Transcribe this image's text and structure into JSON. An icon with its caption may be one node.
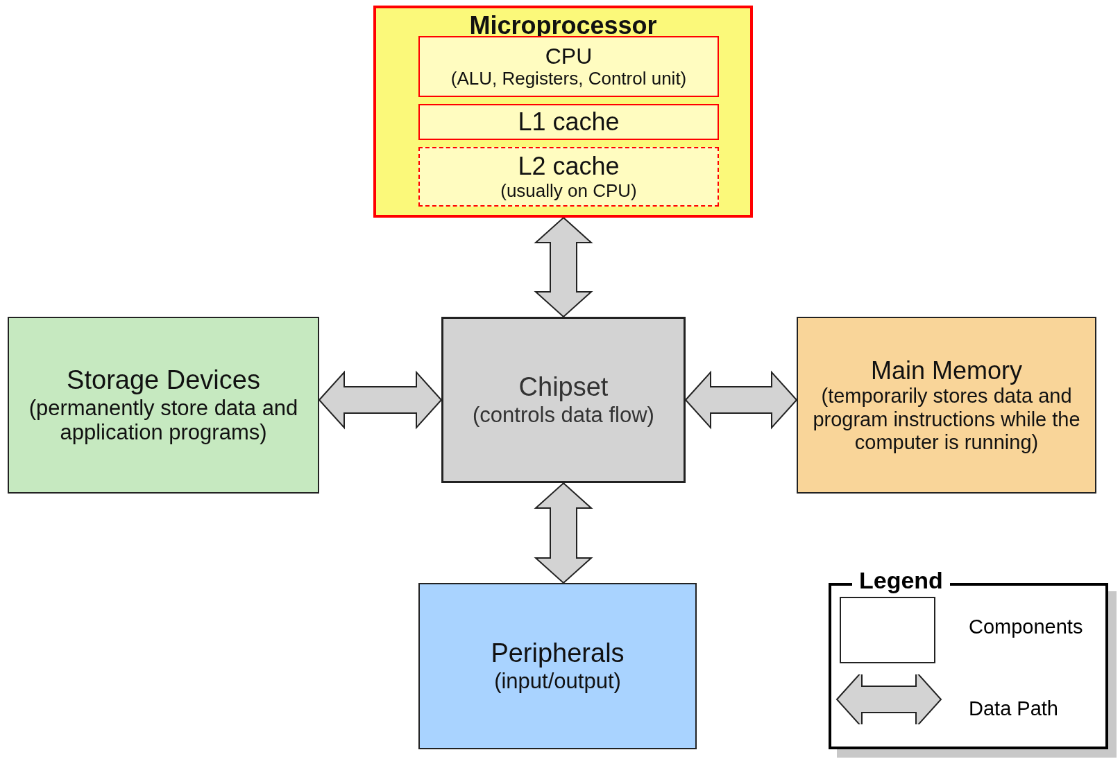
{
  "diagram": {
    "nodes": [
      {
        "text": [
          "Microprocessor"
        ]
      },
      {
        "text": [
          "CPU",
          "(ALU, Registers, Control unit)"
        ],
        "in": 0
      },
      {
        "text": [
          "L1 cache"
        ],
        "in": 0
      },
      {
        "text": [
          "L2 cache",
          "(usually on CPU)"
        ],
        "in": 0
      },
      {
        "text": [
          "Storage Devices",
          "(permanently store data and application programs)"
        ]
      },
      {
        "text": [
          "Chipset",
          "(controls data flow)"
        ]
      },
      {
        "text": [
          "Main Memory",
          "(temporarily stores data and program instructions while the computer is running)"
        ]
      },
      {
        "text": [
          "Peripherals",
          "(input/output)"
        ]
      }
    ],
    "edges": [
      {
        "from": 0,
        "to": 5,
        "arrow": "both"
      },
      {
        "from": 4,
        "to": 5,
        "arrow": "both"
      },
      {
        "from": 5,
        "to": 6,
        "arrow": "both"
      },
      {
        "from": 5,
        "to": 7,
        "arrow": "both"
      }
    ],
    "labels": [
      "Legend"
    ],
    "legend": [
      {
        "text": "Components"
      },
      {
        "text": "Data Path"
      }
    ]
  }
}
